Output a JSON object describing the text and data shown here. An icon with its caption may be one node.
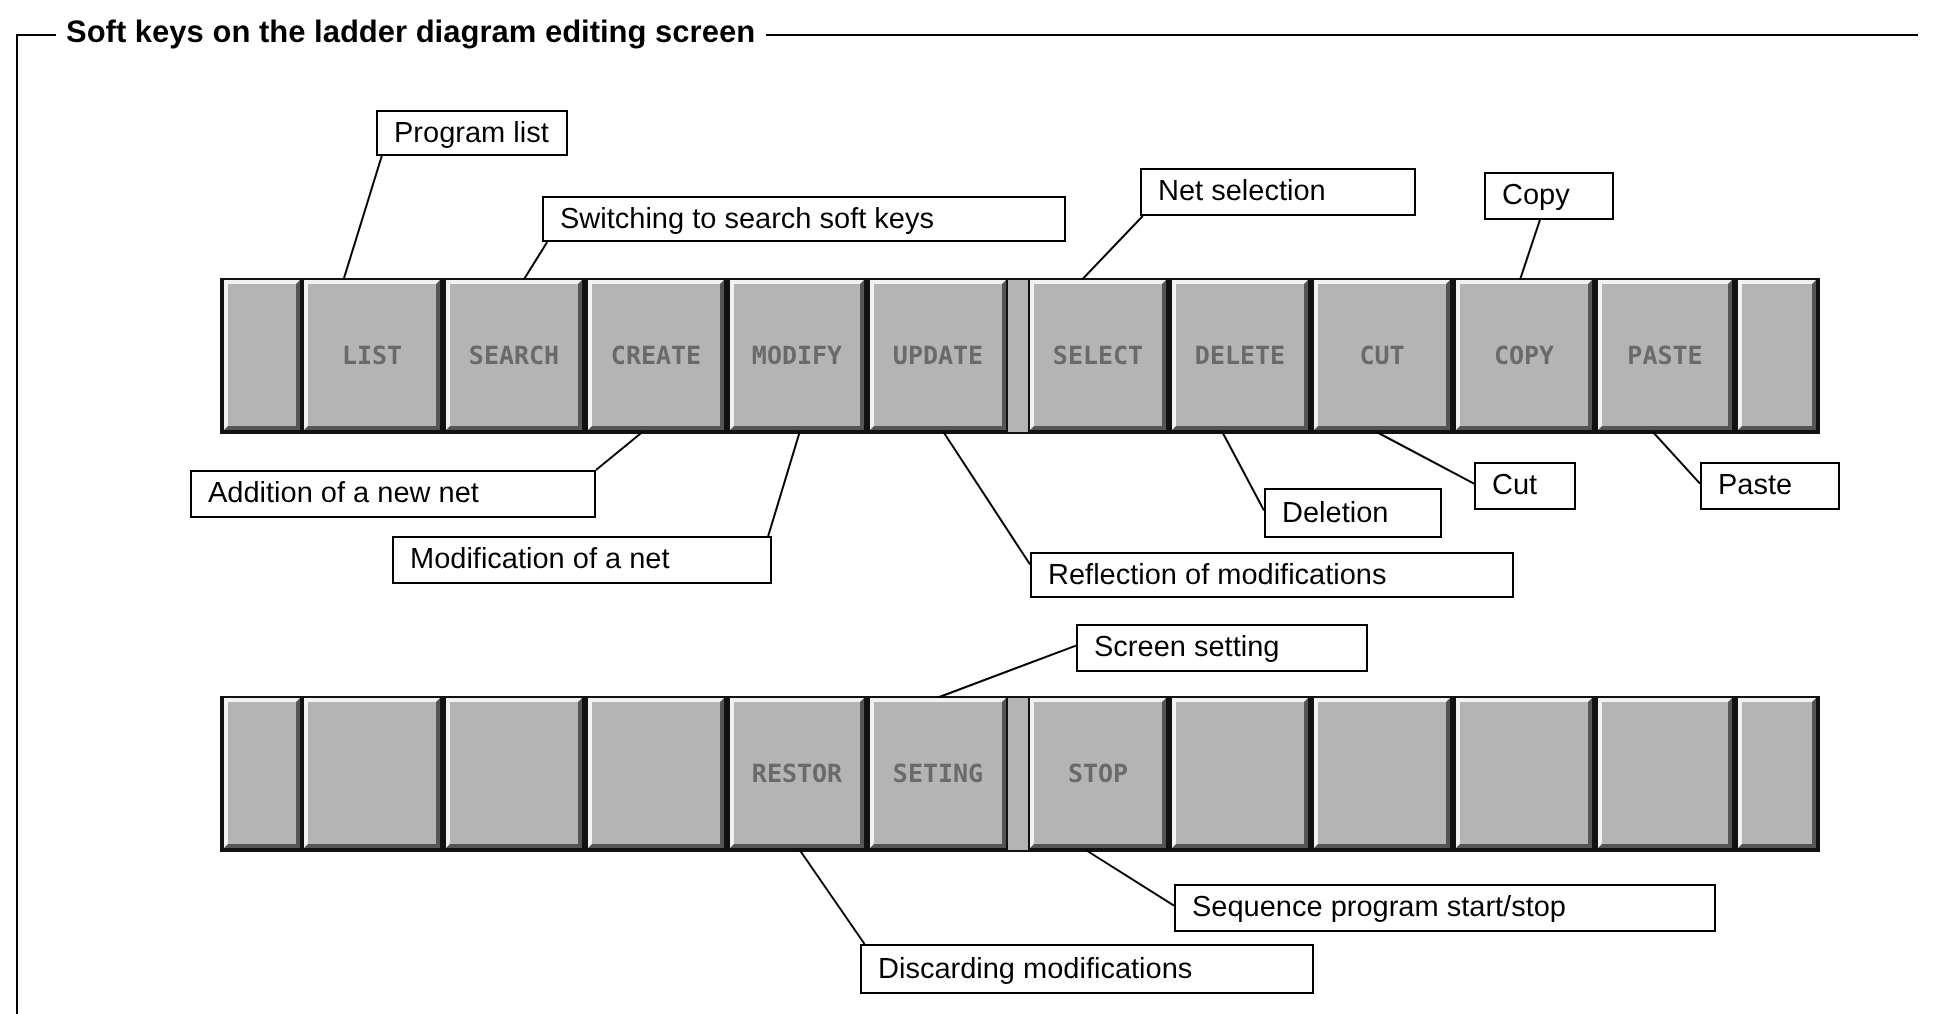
{
  "diagram": {
    "title": "Soft keys on the ladder diagram editing screen",
    "nodes": [
      {
        "text": [
          "Program list"
        ]
      },
      {
        "text": [
          "Switching to search soft keys"
        ]
      },
      {
        "text": [
          "Net selection"
        ]
      },
      {
        "text": [
          "Copy"
        ]
      },
      {
        "text": [],
        "shape": "box"
      },
      {
        "text": [
          "LIST"
        ]
      },
      {
        "text": [
          "SEARCH"
        ]
      },
      {
        "text": [
          "CREATE"
        ]
      },
      {
        "text": [
          "MODIFY"
        ]
      },
      {
        "text": [
          "UPDATE"
        ]
      },
      {
        "text": [
          "SELECT"
        ]
      },
      {
        "text": [
          "DELETE"
        ]
      },
      {
        "text": [
          "CUT"
        ]
      },
      {
        "text": [
          "COPY"
        ]
      },
      {
        "text": [
          "PASTE"
        ]
      },
      {
        "text": [],
        "shape": "box"
      },
      {
        "text": [
          "Cut"
        ]
      },
      {
        "text": [
          "Paste"
        ]
      },
      {
        "text": [
          "Addition of a new net"
        ]
      },
      {
        "text": [
          "Deletion"
        ]
      },
      {
        "text": [
          "Modification of a net"
        ]
      },
      {
        "text": [
          "Reflection of modifications"
        ]
      },
      {
        "text": [
          "Screen setting"
        ]
      },
      {
        "text": [],
        "shape": "box"
      },
      {
        "text": [],
        "shape": "box"
      },
      {
        "text": [],
        "shape": "box"
      },
      {
        "text": [],
        "shape": "box"
      },
      {
        "text": [
          "RESTOR"
        ]
      },
      {
        "text": [
          "SETING"
        ]
      },
      {
        "text": [
          "STOP"
        ]
      },
      {
        "text": [],
        "shape": "box"
      },
      {
        "text": [],
        "shape": "box"
      },
      {
        "text": [],
        "shape": "box"
      },
      {
        "text": [],
        "shape": "box"
      },
      {
        "text": [],
        "shape": "box"
      },
      {
        "text": [
          "Sequence program start/stop"
        ]
      },
      {
        "text": [
          "Discarding modifications"
        ]
      }
    ],
    "edges": [
      {
        "from": 0,
        "to": 5,
        "arrow": "none"
      },
      {
        "from": 1,
        "to": 6,
        "arrow": "none"
      },
      {
        "from": 2,
        "to": 10,
        "arrow": "none"
      },
      {
        "from": 3,
        "to": 13,
        "arrow": "none"
      },
      {
        "from": 18,
        "to": 7,
        "arrow": "none"
      },
      {
        "from": 20,
        "to": 8,
        "arrow": "none"
      },
      {
        "from": 21,
        "to": 9,
        "arrow": "none"
      },
      {
        "from": 19,
        "to": 11,
        "arrow": "none"
      },
      {
        "from": 16,
        "to": 12,
        "arrow": "none"
      },
      {
        "from": 17,
        "to": 14,
        "arrow": "none"
      },
      {
        "from": 22,
        "to": 28,
        "arrow": "none"
      },
      {
        "from": 36,
        "to": 27,
        "arrow": "none"
      },
      {
        "from": 35,
        "to": 29,
        "arrow": "none"
      }
    ]
  }
}
